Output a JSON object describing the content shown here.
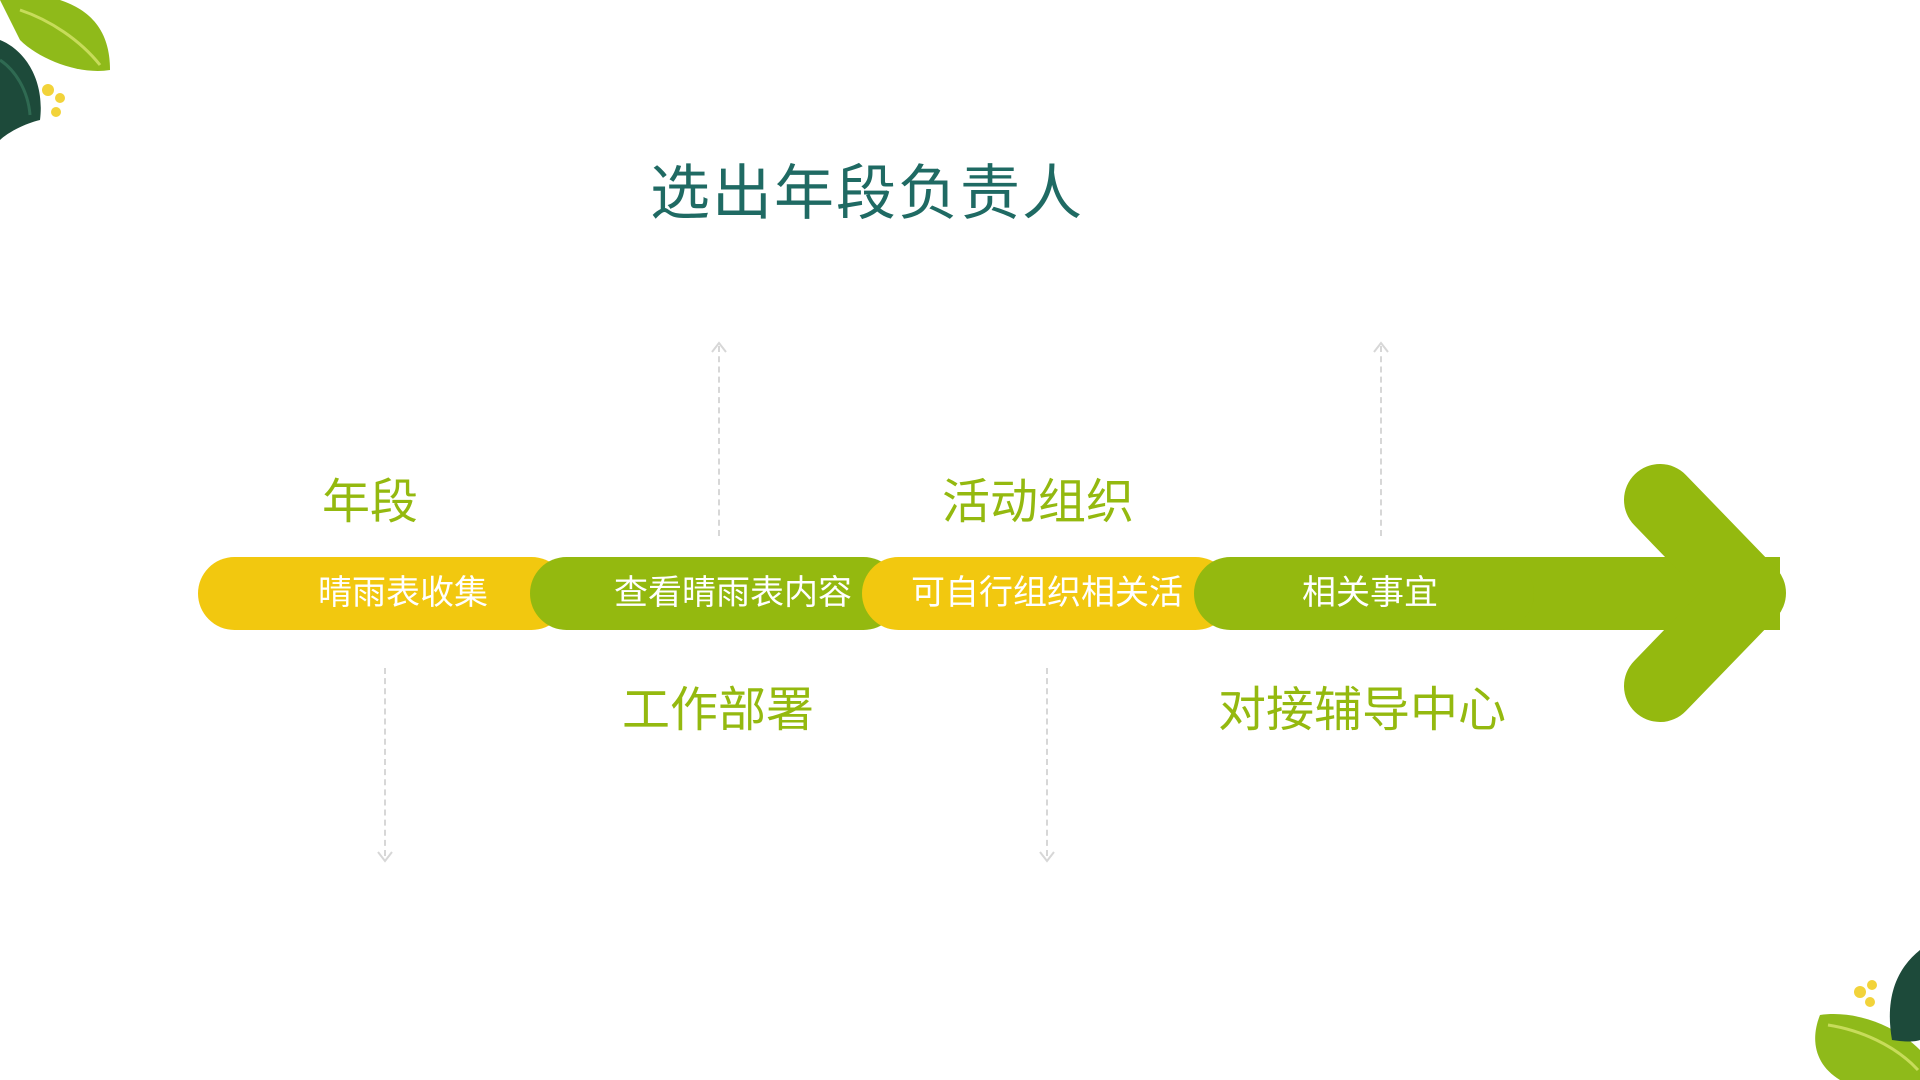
{
  "title": "选出年段负责人",
  "colors": {
    "title": "#1f6a63",
    "yellow": "#f2c80f",
    "green": "#94b90f",
    "label_green": "#94b90f",
    "dash": "#d7d7d7"
  },
  "segments": [
    {
      "text": "晴雨表收集",
      "color": "yellow"
    },
    {
      "text": "查看晴雨表内容",
      "color": "green"
    },
    {
      "text": "可自行组织相关活",
      "color": "yellow"
    },
    {
      "text": "相关事宜",
      "color": "green"
    }
  ],
  "labels_top": [
    "年段",
    "活动组织"
  ],
  "labels_bottom": [
    "工作部署",
    "对接辅导中心"
  ],
  "icons": {
    "leaf_top_left": "tropical-leaf-icon",
    "leaf_bottom_right": "tropical-leaf-icon",
    "arrow_up": "dashed-arrow-up-icon",
    "arrow_down": "dashed-arrow-down-icon"
  }
}
